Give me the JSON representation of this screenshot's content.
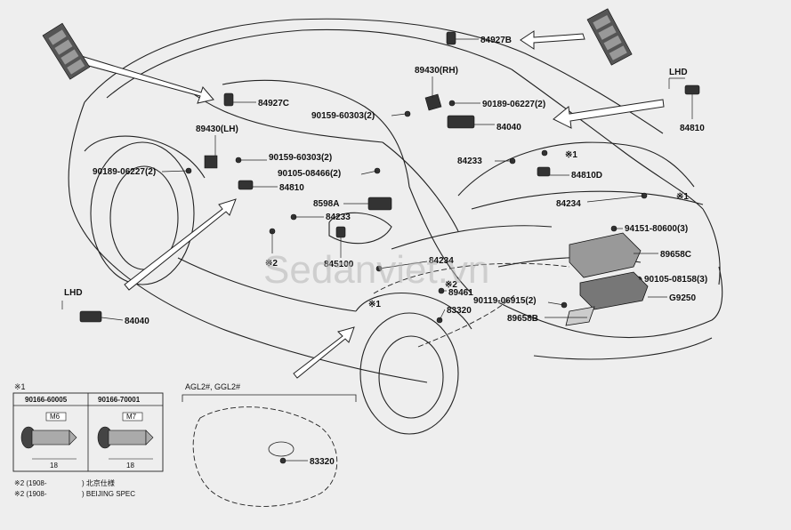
{
  "watermark": "Sedanviet.vn",
  "labels": {
    "p84927B": "84927B",
    "p89430RH": "89430(RH)",
    "p90189_06227_rh": "90189-06227(2)",
    "p90159_60303_rh": "90159-60303(2)",
    "p84040_top": "84040",
    "lhd_top": "LHD",
    "p84810_top": "84810",
    "p84927C": "84927C",
    "p89430LH": "89430(LH)",
    "p90159_60303_lh": "90159-60303(2)",
    "p90189_06227_lh": "90189-06227(2)",
    "p90105_08466": "90105-08466(2)",
    "p84810_mid": "84810",
    "p8598A": "8598A",
    "p84233_left": "84233",
    "p84233_right": "84233",
    "note1_a": "※1",
    "p84810D": "84810D",
    "p84234_right": "84234",
    "note1_b": "※1",
    "p94151_80600": "94151-80600(3)",
    "p89658C": "89658C",
    "p90105_08158": "90105-08158(3)",
    "p84234_mid": "84234",
    "p89461": "89461",
    "p90119_06915": "90119-06915(2)",
    "note2_a": "※2",
    "p83320_mid": "83320",
    "p89658B": "89658B",
    "pG9250": "G9250",
    "p84510D": "845100",
    "note2_b": "※2",
    "note1_c": "※1",
    "lhd_bottom": "LHD",
    "p84040_bottom": "84040",
    "inset1_title": "※1",
    "inset1_part_a": "90166-60005",
    "inset1_part_b": "90166-70001",
    "inset1_bolt_a": "M6",
    "inset1_bolt_b": "M7",
    "inset1_len_a": "18",
    "inset1_len_b": "18",
    "inset2_title": "AGL2#, GGL2#",
    "p83320_inset": "83320",
    "footnote_1a": "※2 (1908-",
    "footnote_1b": ") 北京仕様",
    "footnote_2a": "※2 (1908-",
    "footnote_2b": ") BEIJING SPEC"
  }
}
